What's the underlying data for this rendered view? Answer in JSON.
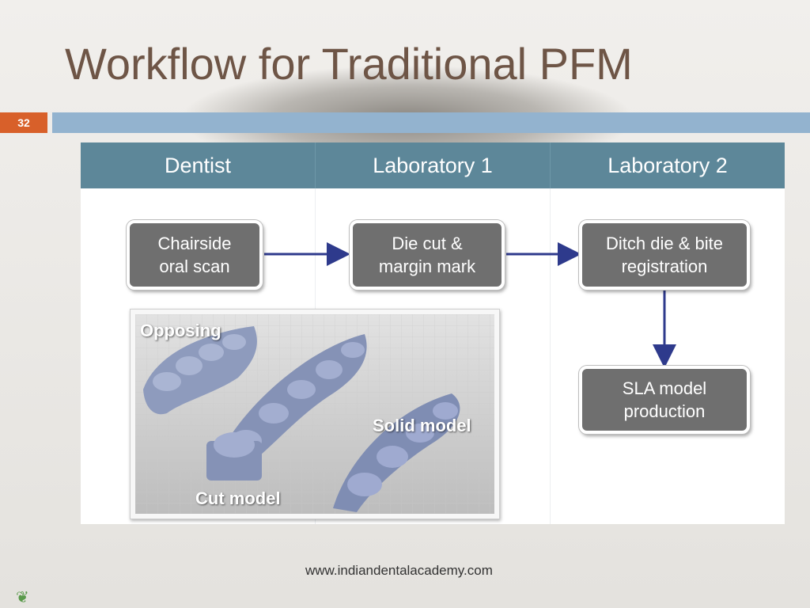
{
  "slide": {
    "title": "Workflow for Traditional PFM",
    "number": "32",
    "footer": "www.indiandentalacademy.com"
  },
  "columns": [
    "Dentist",
    "Laboratory 1",
    "Laboratory 2"
  ],
  "steps": [
    "Chairside\noral scan",
    "Die cut &\nmargin mark",
    "Ditch die & bite\nregistration",
    "SLA model\nproduction"
  ],
  "photo_labels": {
    "opposing": "Opposing",
    "solid": "Solid model",
    "cut": "Cut model"
  },
  "colors": {
    "title": "#6e5546",
    "header": "#5d8799",
    "slide_number_bg": "#d8602a",
    "title_bar": "#93b3cf",
    "step_box": "#6f6f6f",
    "arrow": "#2e3a8c"
  },
  "icons": {
    "corner_decoration": "leaf-icon"
  }
}
